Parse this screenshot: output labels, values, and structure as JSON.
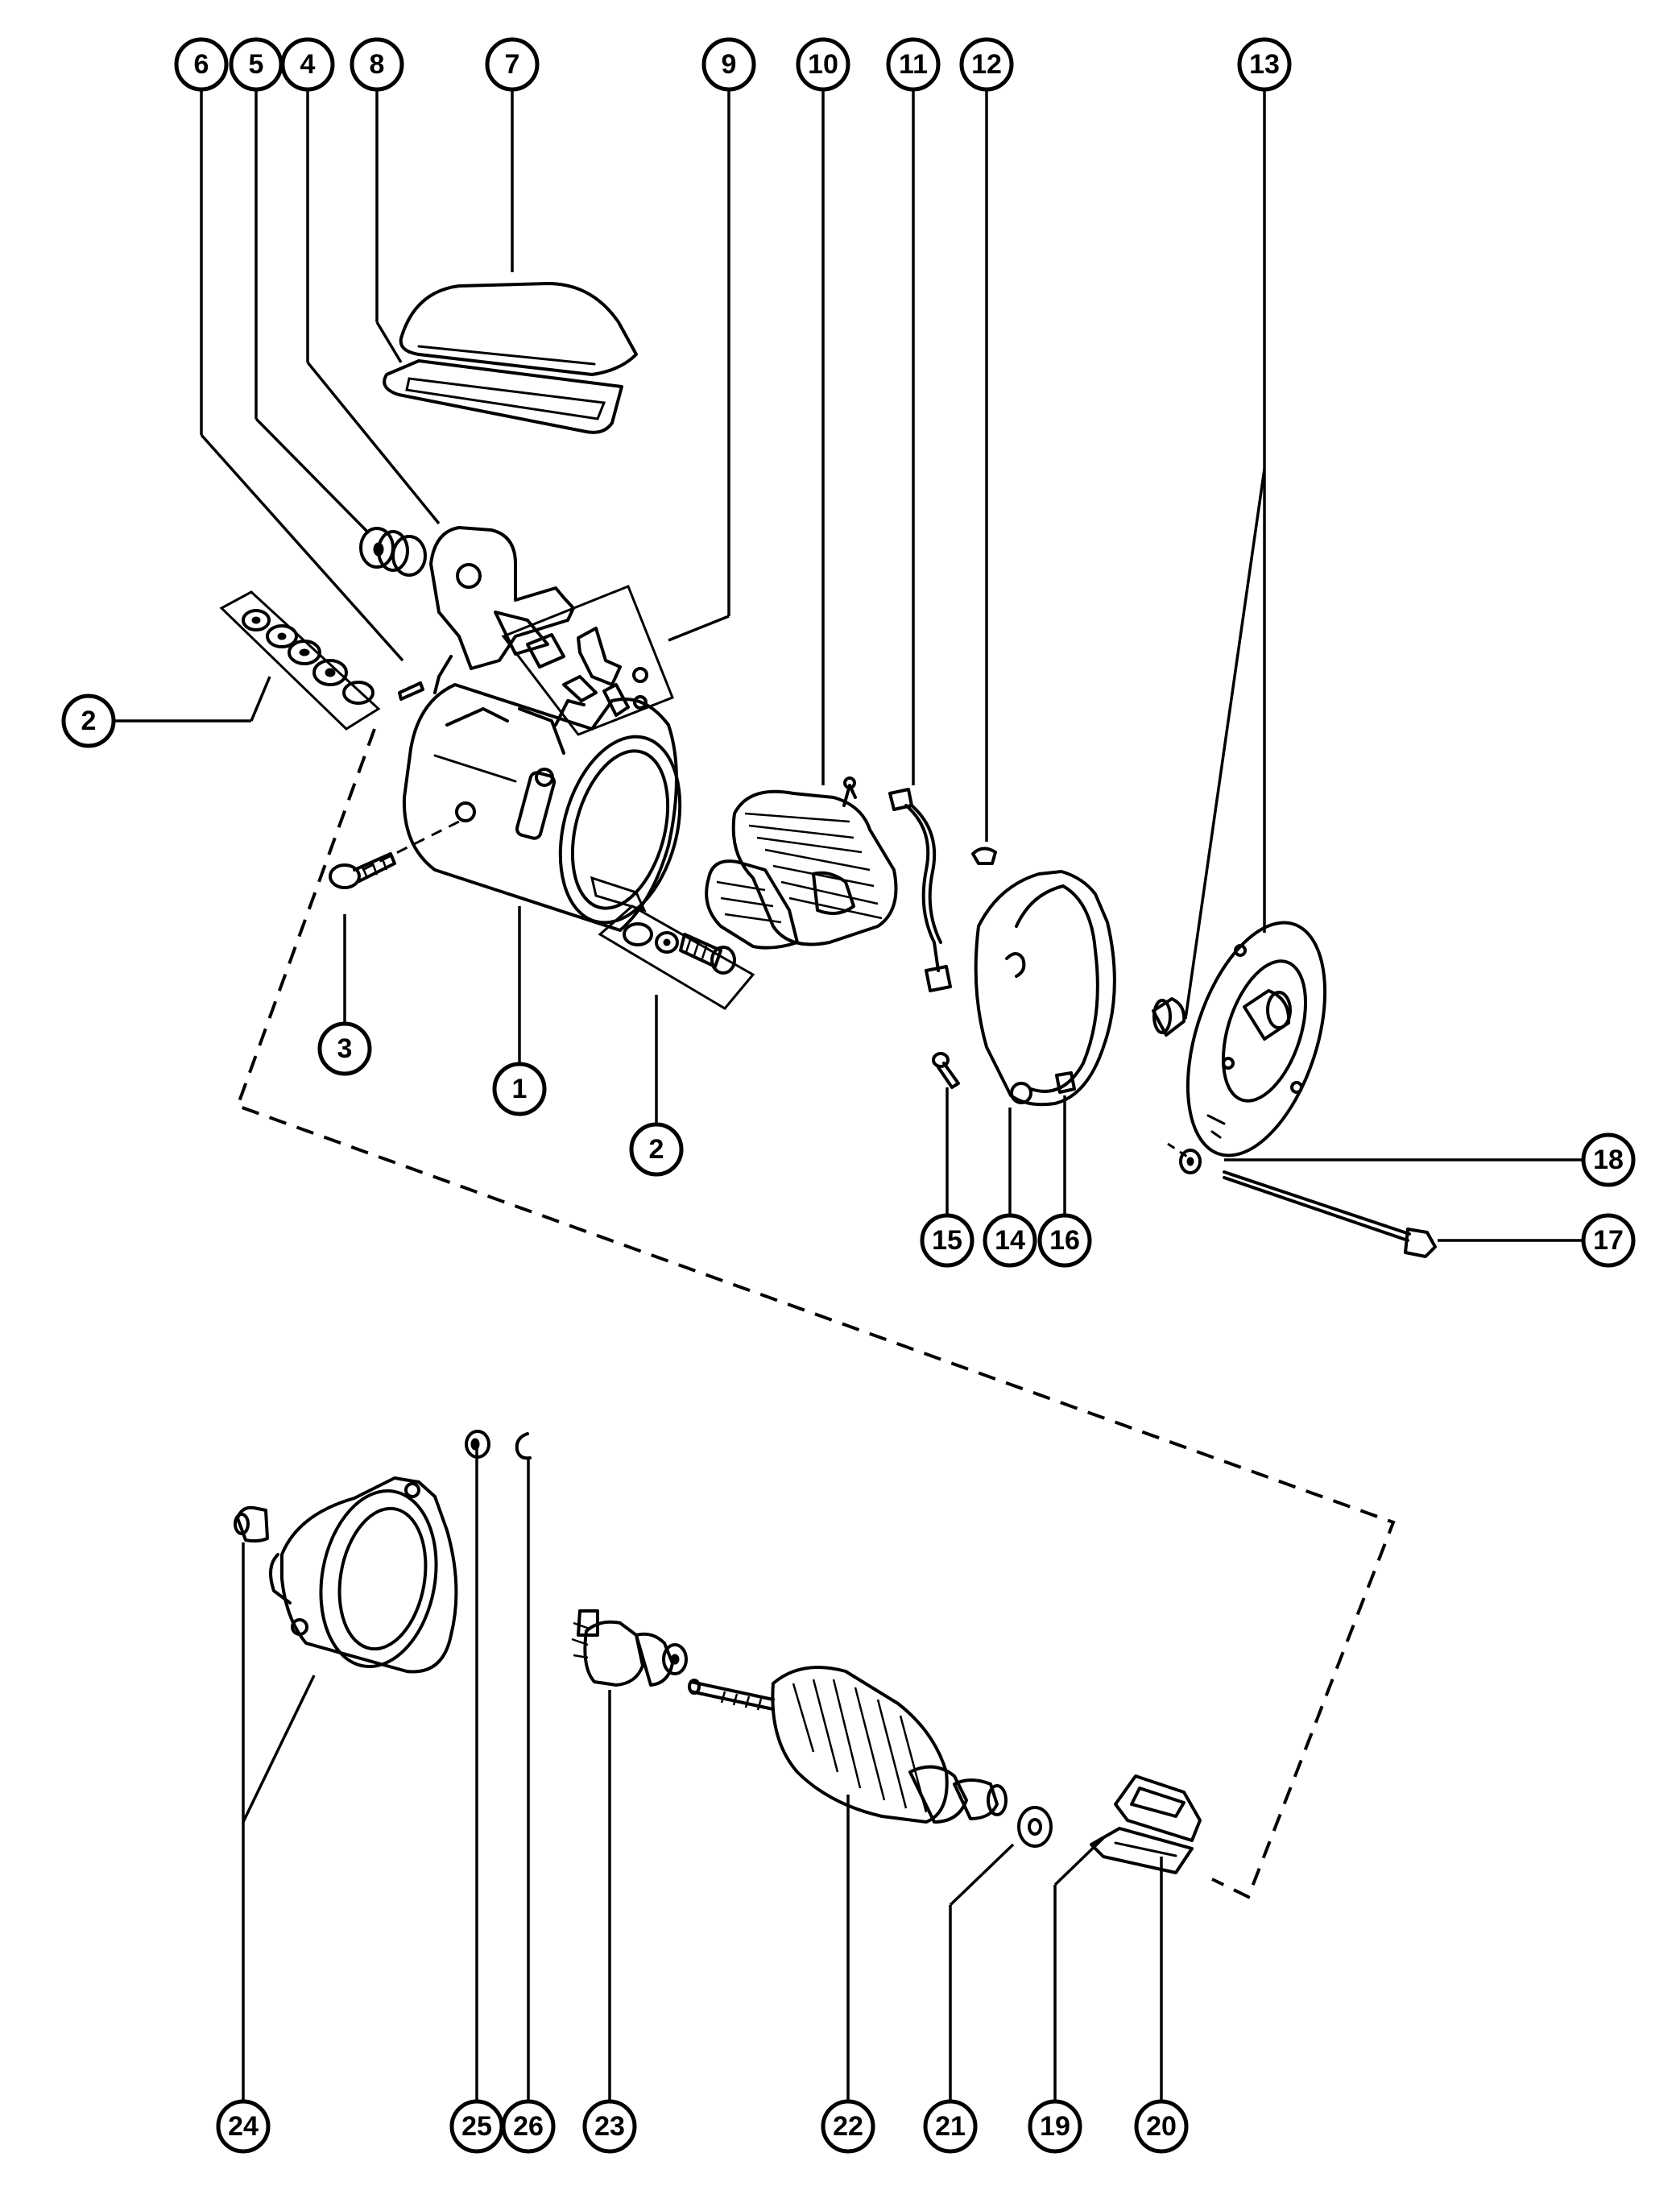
{
  "callouts": [
    {
      "id": "c1",
      "label": "1"
    },
    {
      "id": "c2a",
      "label": "2"
    },
    {
      "id": "c2b",
      "label": "2"
    },
    {
      "id": "c3",
      "label": "3"
    },
    {
      "id": "c4",
      "label": "4"
    },
    {
      "id": "c5",
      "label": "5"
    },
    {
      "id": "c6",
      "label": "6"
    },
    {
      "id": "c7",
      "label": "7"
    },
    {
      "id": "c8",
      "label": "8"
    },
    {
      "id": "c9",
      "label": "9"
    },
    {
      "id": "c10",
      "label": "10"
    },
    {
      "id": "c11",
      "label": "11"
    },
    {
      "id": "c12",
      "label": "12"
    },
    {
      "id": "c13",
      "label": "13"
    },
    {
      "id": "c14",
      "label": "14"
    },
    {
      "id": "c15",
      "label": "15"
    },
    {
      "id": "c16",
      "label": "16"
    },
    {
      "id": "c17",
      "label": "17"
    },
    {
      "id": "c18",
      "label": "18"
    },
    {
      "id": "c19",
      "label": "19"
    },
    {
      "id": "c20",
      "label": "20"
    },
    {
      "id": "c21",
      "label": "21"
    },
    {
      "id": "c22",
      "label": "22"
    },
    {
      "id": "c23",
      "label": "23"
    },
    {
      "id": "c24",
      "label": "24"
    },
    {
      "id": "c25",
      "label": "25"
    },
    {
      "id": "c26",
      "label": "26"
    }
  ]
}
